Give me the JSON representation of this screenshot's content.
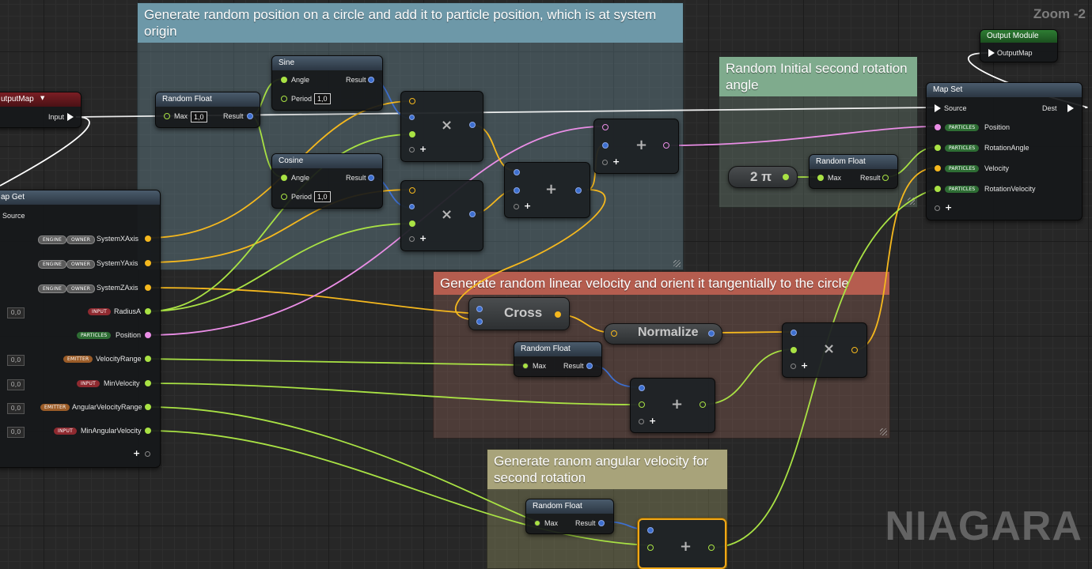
{
  "graph": {
    "zoom": "Zoom -2",
    "brand": "NIAGARA"
  },
  "comments": {
    "circle": "Generate random position on a circle and add it to particle position, which is at system origin",
    "rotation": "Random Initial second rotation angle",
    "linear": "Generate random linear velocity and orient it tangentially to the circle",
    "angular": "Generate ranom angular velocity for second rotation"
  },
  "nodes": {
    "output_module": {
      "title": "Output Module",
      "pin": "OutputMap"
    },
    "input_map": {
      "title": "utputMap",
      "pin": "Input"
    },
    "map_get": {
      "title": "ap Get",
      "source": "Source",
      "rows": [
        {
          "badges": [
            "ENGINE",
            "OWNER"
          ],
          "label": "SystemXAxis",
          "value": ""
        },
        {
          "badges": [
            "ENGINE",
            "OWNER"
          ],
          "label": "SystemYAxis",
          "value": ""
        },
        {
          "badges": [
            "ENGINE",
            "OWNER"
          ],
          "label": "SystemZAxis",
          "value": ""
        },
        {
          "badges": [
            "INPUT"
          ],
          "label": "RadiusA",
          "value": "0,0"
        },
        {
          "badges": [
            "PARTICLES"
          ],
          "label": "Position",
          "value": ""
        },
        {
          "badges": [
            "EMITTER"
          ],
          "label": "VelocityRange",
          "value": "0,0"
        },
        {
          "badges": [
            "INPUT"
          ],
          "label": "MinVelocity",
          "value": "0,0"
        },
        {
          "badges": [
            "EMITTER"
          ],
          "label": "AngularVelocityRange",
          "value": "0,0"
        },
        {
          "badges": [
            "INPUT"
          ],
          "label": "MinAngularVelocity",
          "value": "0,0"
        }
      ]
    },
    "random_float_1": {
      "title": "Random Float",
      "max_label": "Max",
      "max_value": "1,0",
      "result": "Result"
    },
    "sine": {
      "title": "Sine",
      "angle": "Angle",
      "period": "Period",
      "period_value": "1,0",
      "result": "Result"
    },
    "cosine": {
      "title": "Cosine",
      "angle": "Angle",
      "period": "Period",
      "period_value": "1,0",
      "result": "Result"
    },
    "two_pi": {
      "label": "2 π"
    },
    "random_float_2": {
      "title": "Random Float",
      "max_label": "Max",
      "result": "Result"
    },
    "map_set": {
      "title": "Map Set",
      "source": "Source",
      "dest": "Dest",
      "rows": [
        {
          "badge": "PARTICLES",
          "label": "Position"
        },
        {
          "badge": "PARTICLES",
          "label": "RotationAngle"
        },
        {
          "badge": "PARTICLES",
          "label": "Velocity"
        },
        {
          "badge": "PARTICLES",
          "label": "RotationVelocity"
        }
      ]
    },
    "cross": {
      "label": "Cross"
    },
    "normalize": {
      "label": "Normalize"
    },
    "random_float_3": {
      "title": "Random Float",
      "max_label": "Max",
      "result": "Result"
    },
    "random_float_4": {
      "title": "Random Float",
      "max_label": "Max",
      "result": "Result"
    }
  },
  "colors": {
    "float_pin": "#a9e244",
    "vector_pin": "#f5b81e",
    "position_pin": "#ea8ee6",
    "wildcard_pin": "#3d6fcf",
    "exec_wire": "#ffffff"
  }
}
